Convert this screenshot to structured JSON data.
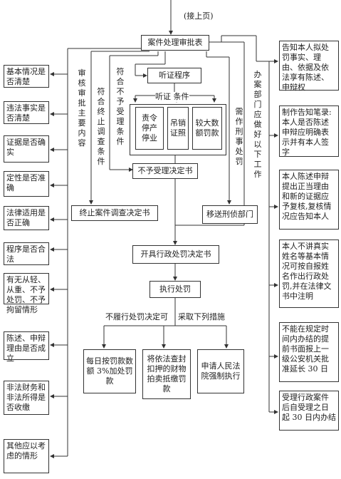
{
  "header": {
    "continued": "(接上页)"
  },
  "approval": "案件处理审批表",
  "hearing": "听证程序",
  "hearing_cond": "听证  条件",
  "hearing_items": [
    "责令停产停业",
    "吊销证照",
    "较大数额罚款"
  ],
  "no_penalty_doc": "不予受理决定书",
  "terminate_doc": "终止案件调查决定书",
  "transfer_doc": "移送刑侦部门",
  "penalty_doc": "开具行政处罚决定书",
  "execute": "执行处罚",
  "not_perform": "不履行处罚决定可",
  "measures": "采取下列措施",
  "measure_items": [
    "每日按罚款数额 3%加处罚款",
    "将依法查封扣押的财物拍卖抵缴罚款",
    "申请人民法院强制执行"
  ],
  "vert": {
    "review": "审核审批主要内容",
    "terminate": "符合终止调查条件",
    "no_penalty": "符合不予受理条件",
    "criminal": "需作刑事处罚",
    "work": "办案部门应做好以下工作"
  },
  "left_items": [
    "基本情况是否清楚",
    "违法事实是否清楚",
    "证据是否确实",
    "定性是否准确",
    "法律适用是否正确",
    "程序是否合法",
    "有无从轻、从重、不予处罚、不予拘留情形",
    "陈述、申辩理由是否成立",
    "非法财务和非法所得是否收缴",
    "其他应以考虑的情形"
  ],
  "right_items": [
    "告知本人拟处罚事实、理由、依据及依法享有陈述、申辩权",
    "制作告知笔录:本人是否陈述申辩应明确表示并有本人签字",
    "本人陈述申辩提出正当理由和新的证据应予复核,复核情况应告知本人",
    "本人不讲真实姓名等基本情况可按自报姓名作出行政处罚,并在法律文书中注明",
    "不能在规定时间内办结的提前书面报上一级公安机关批准延长 30 日",
    "受理行政案件后自受理之日起 30 日内办结"
  ]
}
